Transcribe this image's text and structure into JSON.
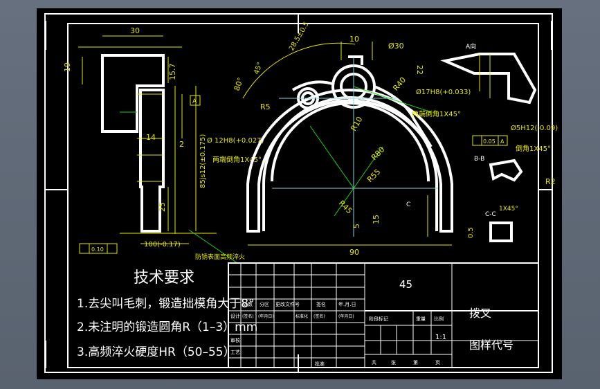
{
  "tech": {
    "heading": "技术要求",
    "line1": "1.去尖叫毛刺，锻造拙模角大于8°",
    "line2": "2.未注明的锻造圆角R（1–3）mm",
    "line3": "3.高频淬火硬度HR（50–55）"
  },
  "title_block": {
    "material": "45",
    "part_name": "拨叉",
    "drawing_no": "图样代号",
    "scale": "1:1",
    "headers": [
      "处数",
      "分区",
      "更改文件号",
      "签名",
      "年.月.日"
    ],
    "row2": [
      "设计",
      "(签名)",
      "(年月日)",
      "标准化",
      "(签名)",
      "(年月日)"
    ],
    "stage_headers": [
      "阶段标记",
      "重量",
      "比例"
    ],
    "rows_small": [
      "审核",
      "工艺"
    ],
    "approve": "批准",
    "sheet_info": [
      "共",
      "张",
      "第",
      "页"
    ]
  },
  "dims": {
    "d30_top": "30",
    "d19": "19",
    "d15_7": "15.7",
    "d14": "14",
    "d2": "2",
    "d25": "25",
    "d100": "100(-0.17)",
    "d85": "85js12(±0.175)",
    "d12h8": "Ø 12H8(+0.027)",
    "d10": "10",
    "dphi30": "Ø30",
    "d28_5": "28.5±0.5",
    "d17h8": "Ø17H8(+0.033)",
    "r5": "R5",
    "r10": "R10",
    "r80": "R80",
    "r55": "R55",
    "r40": "R40",
    "r45": "R45",
    "d90": "90",
    "d15": "15",
    "d5": "5",
    "a80": "80°",
    "a45": "45°",
    "d22": "22",
    "chamfer1": "两端倒角1X45°",
    "chamfer2": "两端倒角1X45°",
    "chamfer3": "倒角1X45°",
    "d5h12": "Ø5H12(-0.09)",
    "r2": "R2",
    "tol_box1": "0.10",
    "tol_box2": "0.05",
    "ref_a": "A",
    "ref_b": "A",
    "section_bb": "B-B",
    "section_cc": "C-C",
    "view_a": "A向",
    "note_anti": "防锈表面高频淬火",
    "d0_5": "0.5",
    "d1x45": "1X45°"
  }
}
